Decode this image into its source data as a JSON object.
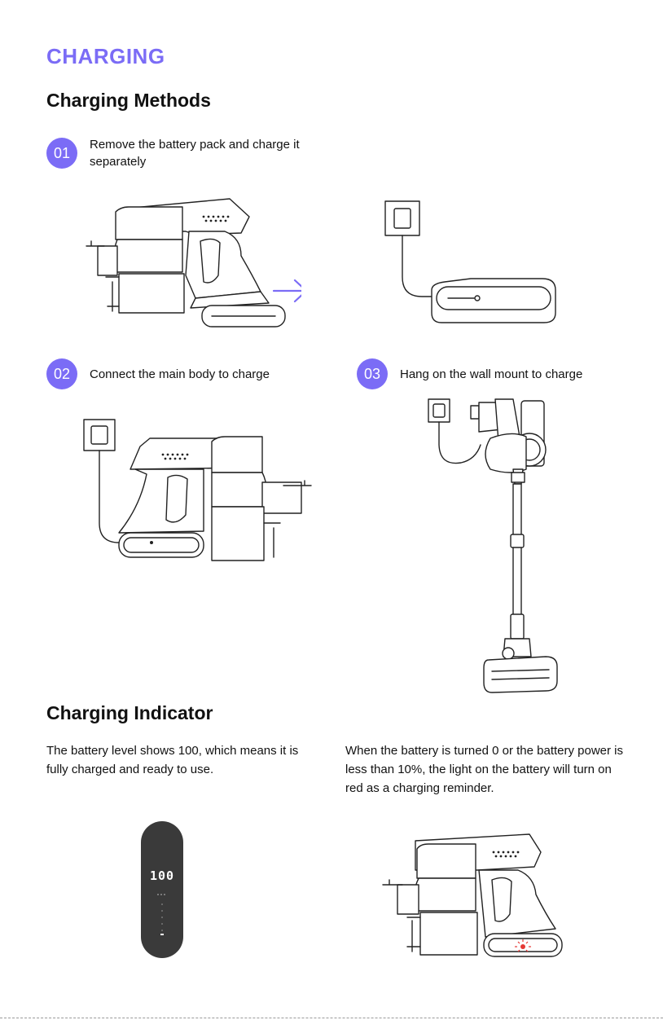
{
  "page": {
    "title": "CHARGING",
    "methods_heading": "Charging Methods",
    "indicator_heading": "Charging Indicator"
  },
  "steps": [
    {
      "number": "01",
      "text": "Remove the battery pack and charge it separately"
    },
    {
      "number": "02",
      "text": "Connect the main body to charge"
    },
    {
      "number": "03",
      "text": "Hang on the wall mount to charge"
    }
  ],
  "indicator": {
    "full_text": "The battery level shows 100, which means it is fully charged and ready to use.",
    "low_text": "When the battery is turned 0 or the battery power is less than 10%, the light on the battery will turn on red as a charging reminder.",
    "display_value": "100"
  },
  "colors": {
    "accent": "#7b6cf6",
    "display_bg": "#3a3a3a",
    "warning_light": "#e53935"
  },
  "icons": [
    "arrow-right-icon",
    "wall-adapter-icon",
    "battery-pack-icon",
    "vacuum-body-icon",
    "stick-vacuum-icon",
    "red-light-icon"
  ]
}
